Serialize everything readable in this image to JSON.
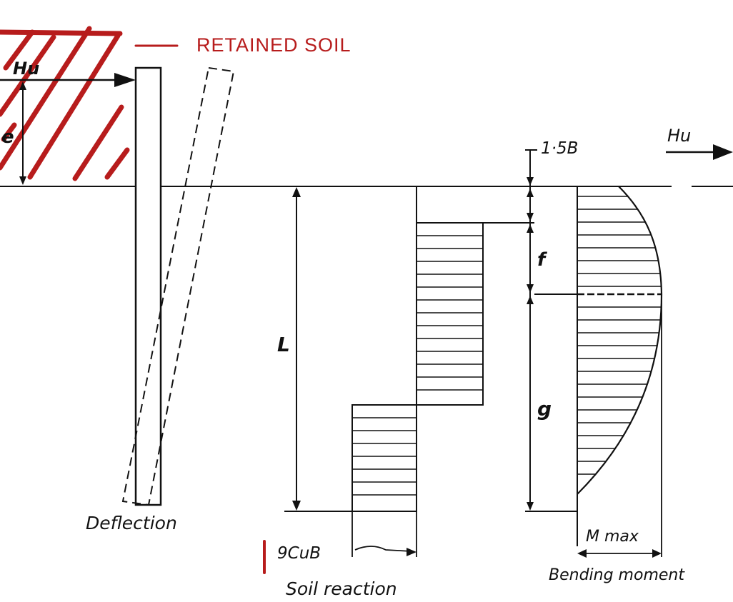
{
  "annotation": {
    "retained_soil": "RETAINED SOIL",
    "color": "#b71c1c"
  },
  "labels": {
    "hu_left": "Hu",
    "e": "e",
    "hu_right": "Hu",
    "dim_15b": "1·5B",
    "L": "L",
    "f": "f",
    "g": "g",
    "deflection": "Deflection",
    "soil_reaction_value": "9CuB",
    "soil_reaction": "Soil reaction",
    "m_max": "M max",
    "bending_moment": "Bending moment"
  },
  "colors": {
    "ink": "#111111",
    "hatch": "#b71c1c"
  }
}
